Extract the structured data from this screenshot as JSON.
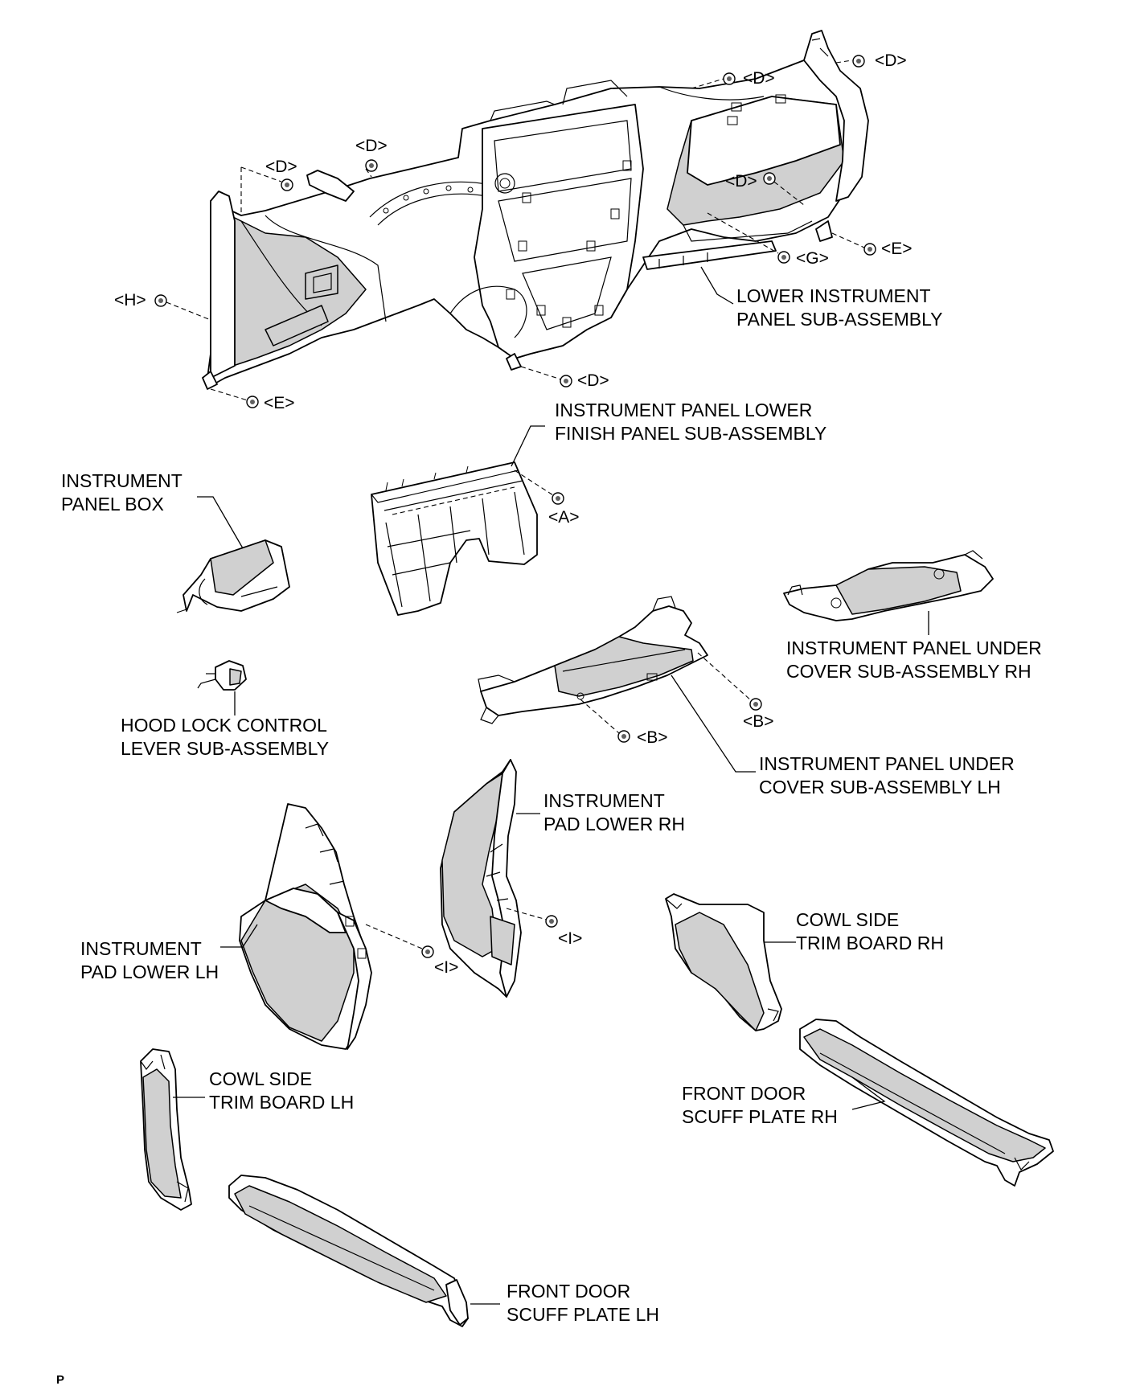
{
  "diagram": {
    "part_labels": {
      "lower_instrument_panel": [
        "LOWER INSTRUMENT",
        "PANEL SUB-ASSEMBLY"
      ],
      "lower_finish_panel": [
        "INSTRUMENT PANEL LOWER",
        "FINISH PANEL SUB-ASSEMBLY"
      ],
      "instrument_panel_box": [
        "INSTRUMENT",
        "PANEL BOX"
      ],
      "under_cover_rh": [
        "INSTRUMENT PANEL UNDER",
        "COVER SUB-ASSEMBLY RH"
      ],
      "hood_lock_lever": [
        "HOOD LOCK CONTROL",
        "LEVER SUB-ASSEMBLY"
      ],
      "under_cover_lh": [
        "INSTRUMENT PANEL UNDER",
        "COVER SUB-ASSEMBLY LH"
      ],
      "pad_lower_rh": [
        "INSTRUMENT",
        "PAD LOWER RH"
      ],
      "pad_lower_lh": [
        "INSTRUMENT",
        "PAD LOWER LH"
      ],
      "cowl_side_rh": [
        "COWL SIDE",
        "TRIM BOARD RH"
      ],
      "cowl_side_lh": [
        "COWL SIDE",
        "TRIM BOARD LH"
      ],
      "scuff_plate_rh": [
        "FRONT DOOR",
        "SCUFF PLATE RH"
      ],
      "scuff_plate_lh": [
        "FRONT DOOR",
        "SCUFF PLATE LH"
      ]
    },
    "fastener_labels": {
      "d_top_right": "<D>",
      "d_top_mid": "<D>",
      "d_left_2": "<D>",
      "d_left_1": "<D>",
      "d_right_mid": "<D>",
      "e_right": "<E>",
      "g": "<G>",
      "h": "<H>",
      "d_bottom": "<D>",
      "e_left": "<E>",
      "a": "<A>",
      "b_right": "<B>",
      "b_bottom": "<B>",
      "i_left": "<I>",
      "i_right": "<I>"
    },
    "footer_mark": "P"
  }
}
